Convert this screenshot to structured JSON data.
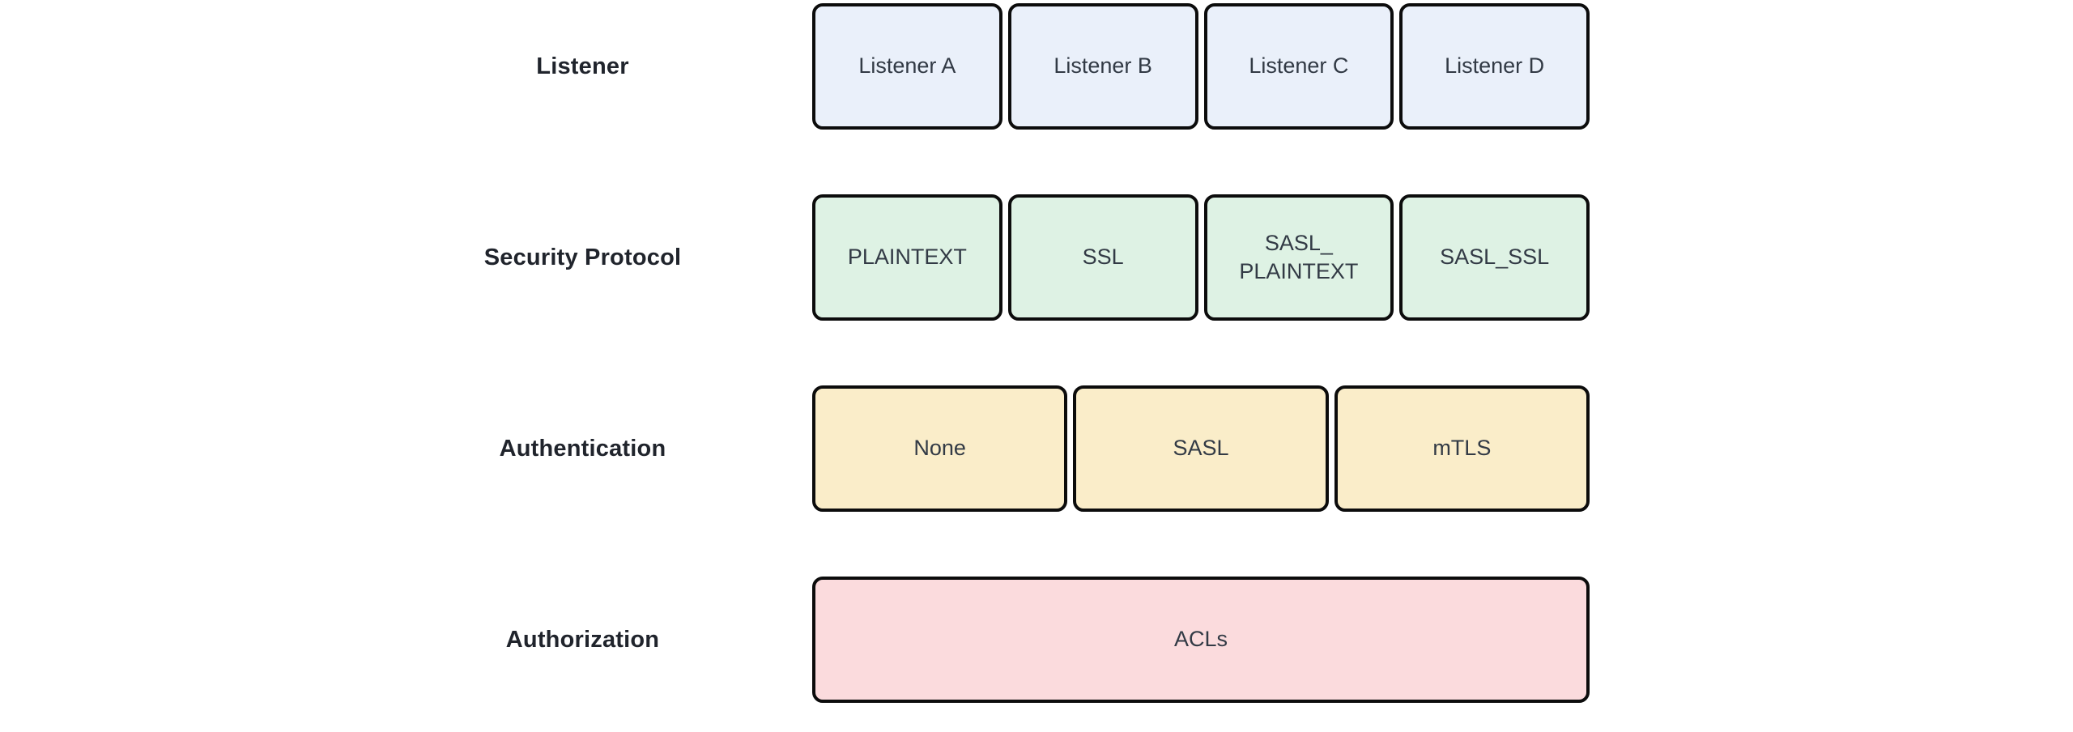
{
  "page": {
    "background_color": "#ffffff",
    "border_color": "#0c0c0c",
    "label_text_color": "#20242c",
    "box_text_color": "#323a45"
  },
  "diagram": {
    "rows": [
      {
        "label": "Listener",
        "fill_color": "#eaf0fa",
        "boxes": [
          {
            "text": "Listener A"
          },
          {
            "text": "Listener B"
          },
          {
            "text": "Listener C"
          },
          {
            "text": "Listener D"
          }
        ]
      },
      {
        "label": "Security Protocol",
        "fill_color": "#def2e4",
        "boxes": [
          {
            "text": "PLAINTEXT"
          },
          {
            "text": "SSL"
          },
          {
            "text": "SASL_\nPLAINTEXT"
          },
          {
            "text": "SASL_SSL"
          }
        ]
      },
      {
        "label": "Authentication",
        "fill_color": "#faedc9",
        "boxes": [
          {
            "text": "None"
          },
          {
            "text": "SASL"
          },
          {
            "text": "mTLS"
          }
        ]
      },
      {
        "label": "Authorization",
        "fill_color": "#fbdbdd",
        "boxes": [
          {
            "text": "ACLs"
          }
        ]
      }
    ]
  }
}
